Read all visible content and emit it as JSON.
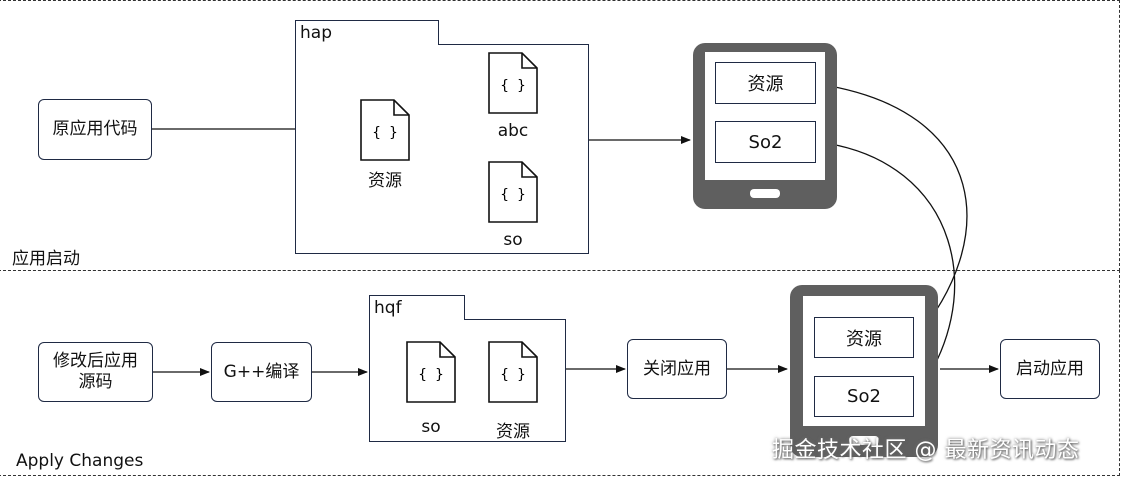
{
  "regions": {
    "top_label": "应用启动",
    "bottom_label": "Apply Changes"
  },
  "top": {
    "source_node": "原应用代码",
    "package_tab": "hap",
    "file_resource": "资源",
    "file_abc": "abc",
    "file_so": "so",
    "device_slot_1": "资源",
    "device_slot_2": "So2"
  },
  "bottom": {
    "source_node": "修改后应用\n源码",
    "compile_node": "G++编译",
    "package_tab": "hqf",
    "file_so": "so",
    "file_resource": "资源",
    "close_node": "关闭应用",
    "device_slot_1": "资源",
    "device_slot_2": "So2",
    "start_node": "启动应用"
  },
  "file_glyph": "{ }",
  "watermark": "掘金技术社区 @ 最新资讯动态",
  "colors": {
    "stroke": "#1f2a44",
    "device": "#5f5f5f"
  }
}
